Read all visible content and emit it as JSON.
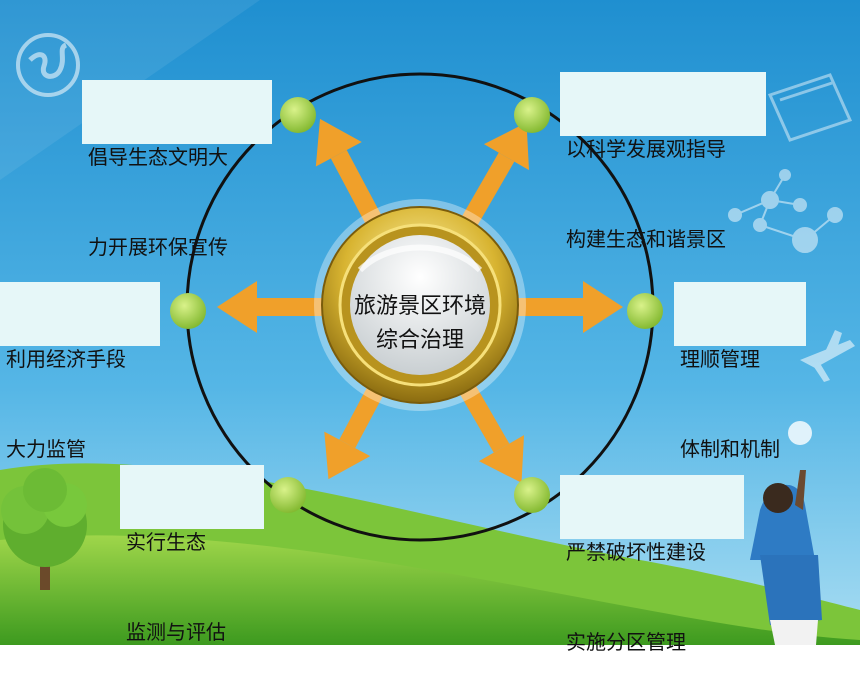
{
  "center": {
    "line1": "旅游景区环境",
    "line2": "综合治理"
  },
  "nodes": [
    {
      "id": "top-left",
      "line1": "倡导生态文明大",
      "line2": "力开展环保宣传"
    },
    {
      "id": "top-right",
      "line1": "以科学发展观指导",
      "line2": "构建生态和谐景区"
    },
    {
      "id": "left",
      "line1": "利用经济手段",
      "line2": "大力监管"
    },
    {
      "id": "right",
      "line1": "理顺管理",
      "line2": "体制和机制"
    },
    {
      "id": "bottom-left",
      "line1": "实行生态",
      "line2": "监测与评估"
    },
    {
      "id": "bottom-right",
      "line1": "严禁破坏性建设",
      "line2": "实施分区管理"
    }
  ],
  "colors": {
    "arrow": "#f0a02a",
    "node": "#a8d24a",
    "sky": "#2f9ad8",
    "grass": "#6dbb2e"
  }
}
